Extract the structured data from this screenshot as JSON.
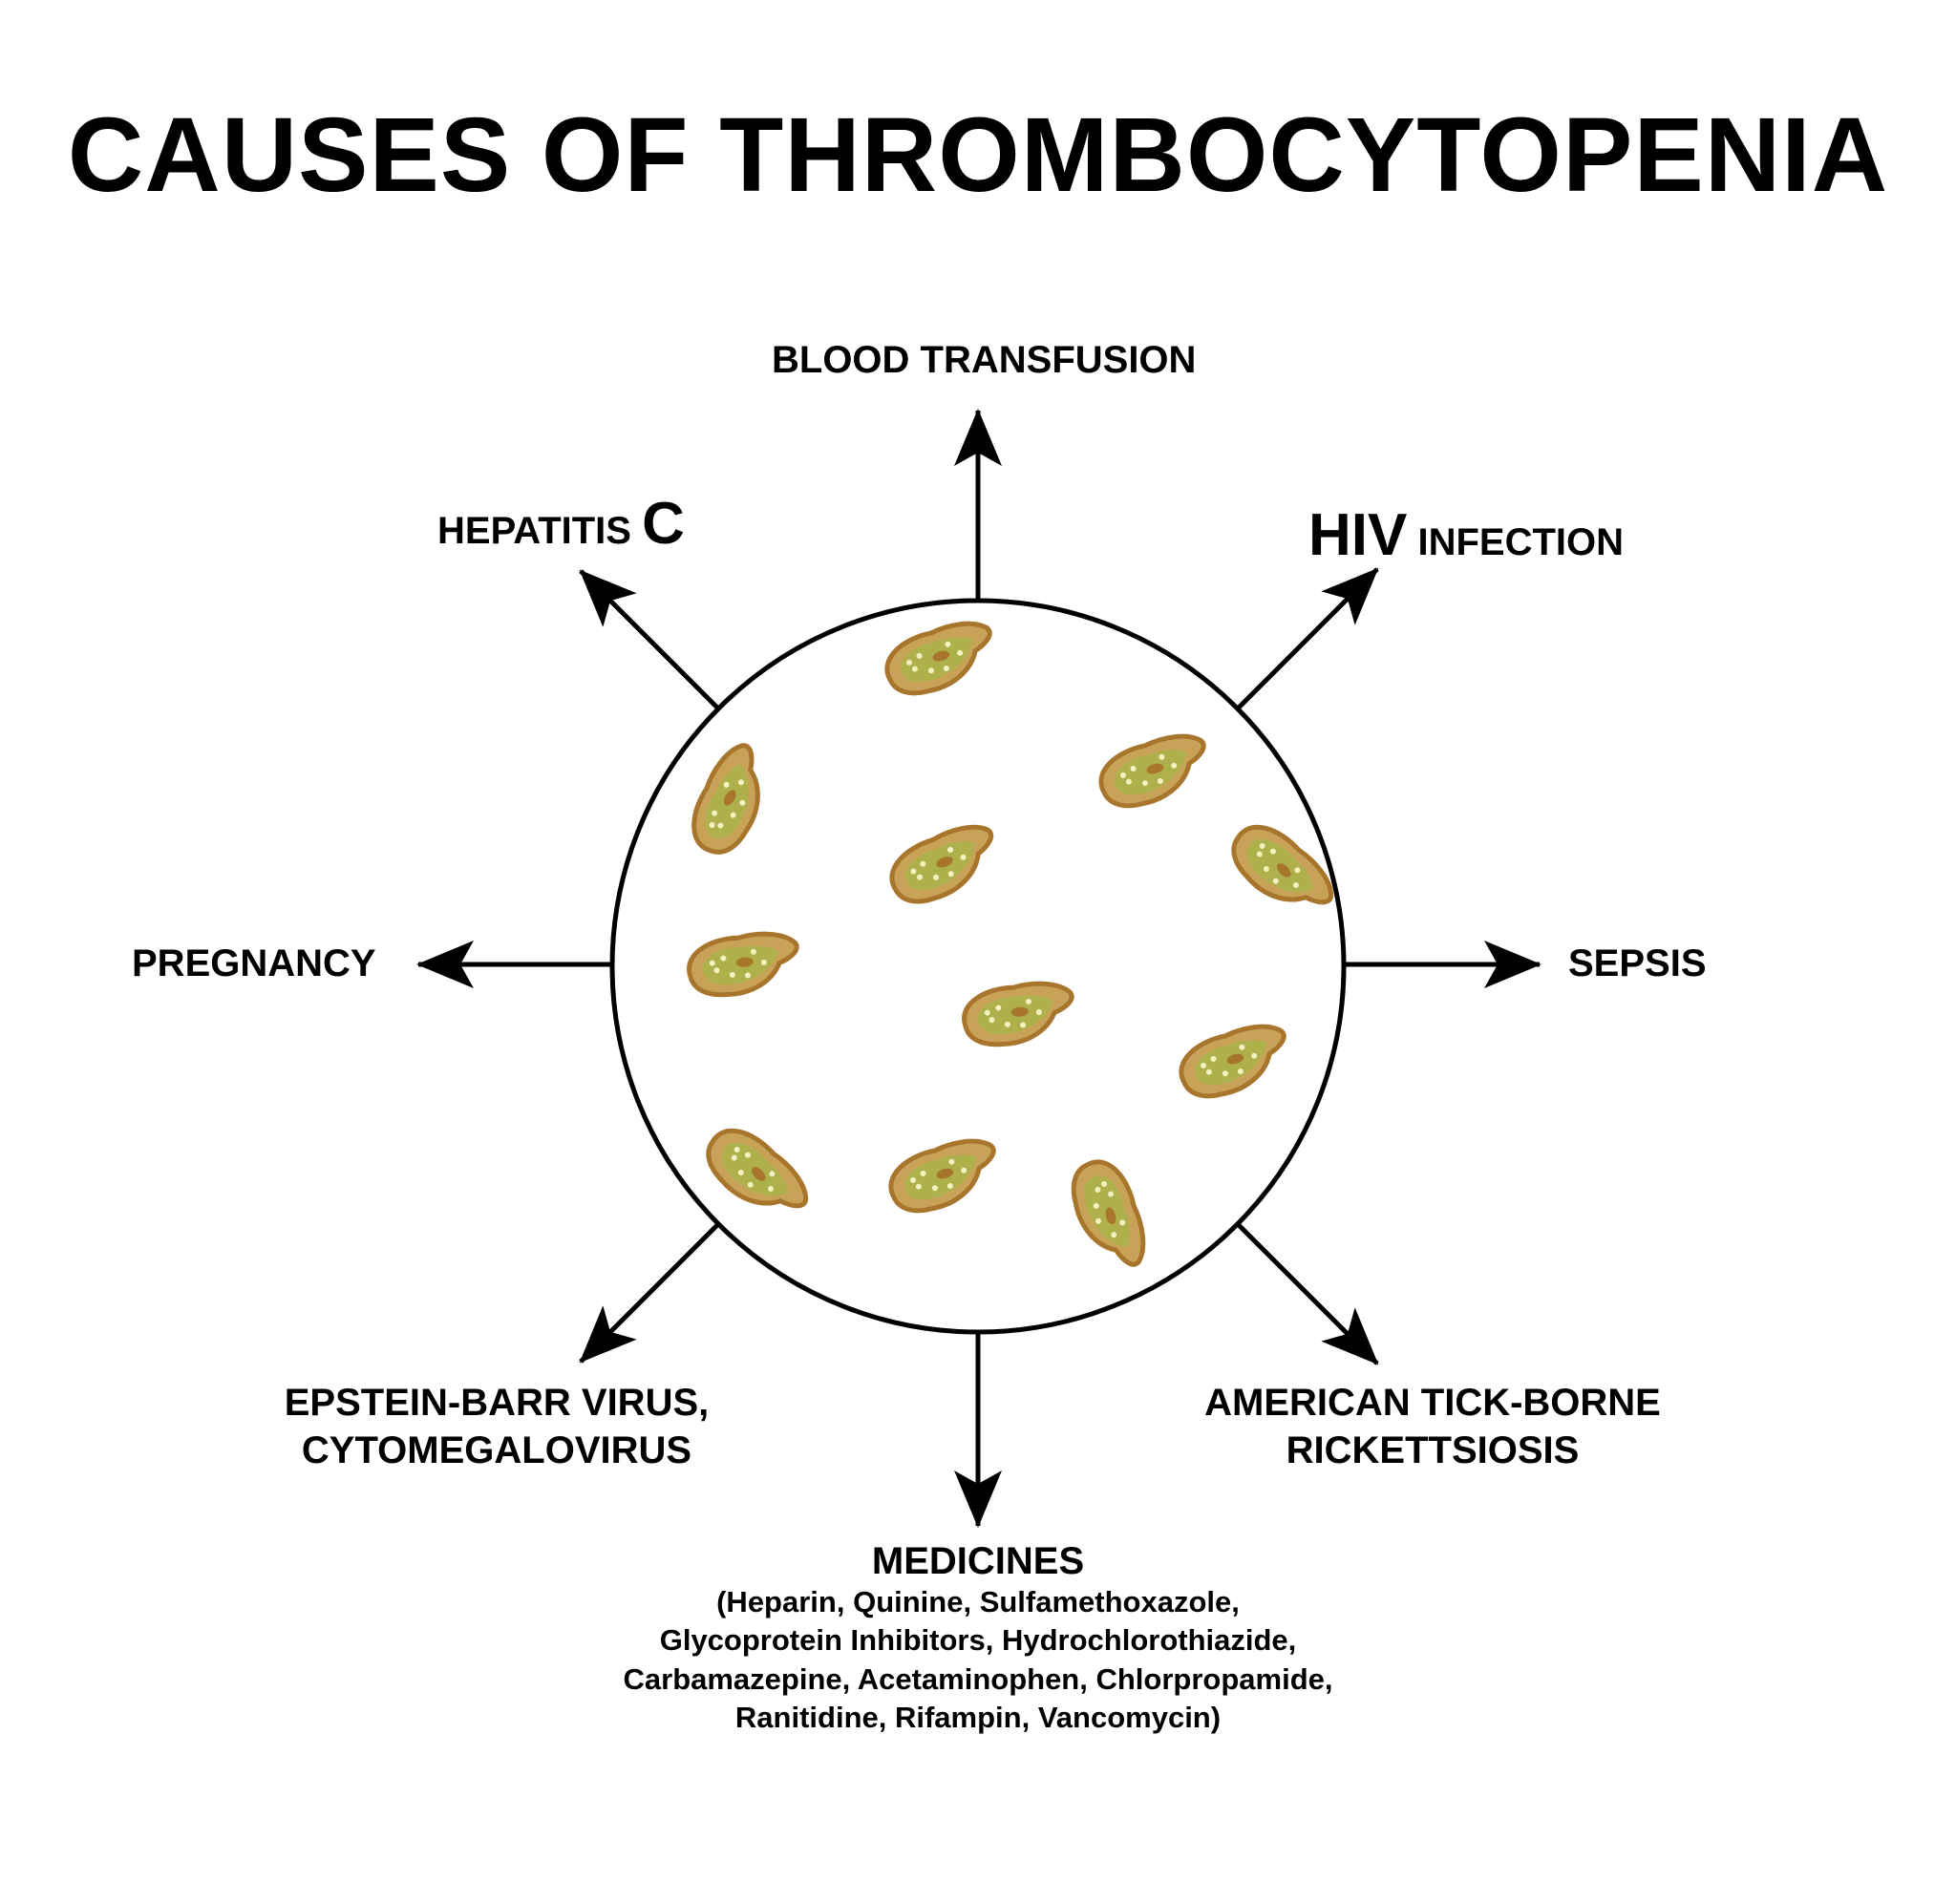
{
  "title": "CAUSES OF THROMBOCYTOPENIA",
  "causes": {
    "blood_transfusion": "BLOOD TRANSFUSION",
    "hepatitis_prefix": "HEPATITIS",
    "hepatitis_letter": "C",
    "hiv_prefix": "HIV",
    "hiv_suffix": "INFECTION",
    "pregnancy": "PREGNANCY",
    "sepsis": "SEPSIS",
    "ebv_line1": "EPSTEIN-BARR VIRUS,",
    "ebv_line2": "CYTOMEGALOVIRUS",
    "tick_line1": "AMERICAN TICK-BORNE",
    "tick_line2": "RICKETTSIOSIS",
    "medicines": "MEDICINES",
    "medicines_list": [
      "(Heparin, Quinine, Sulfamethoxazole,",
      "Glycoprotein Inhibitors, Hydrochlorothiazide,",
      "Carbamazepine, Acetaminophen, Chlorpropamide,",
      "Ranitidine, Rifampin, Vancomycin)"
    ]
  },
  "colors": {
    "platelet_outer": "#a8752c",
    "platelet_fill": "#c9a25a",
    "platelet_inner": "#a9b34a",
    "platelet_dot": "#f4f1c0",
    "line": "#000000"
  }
}
